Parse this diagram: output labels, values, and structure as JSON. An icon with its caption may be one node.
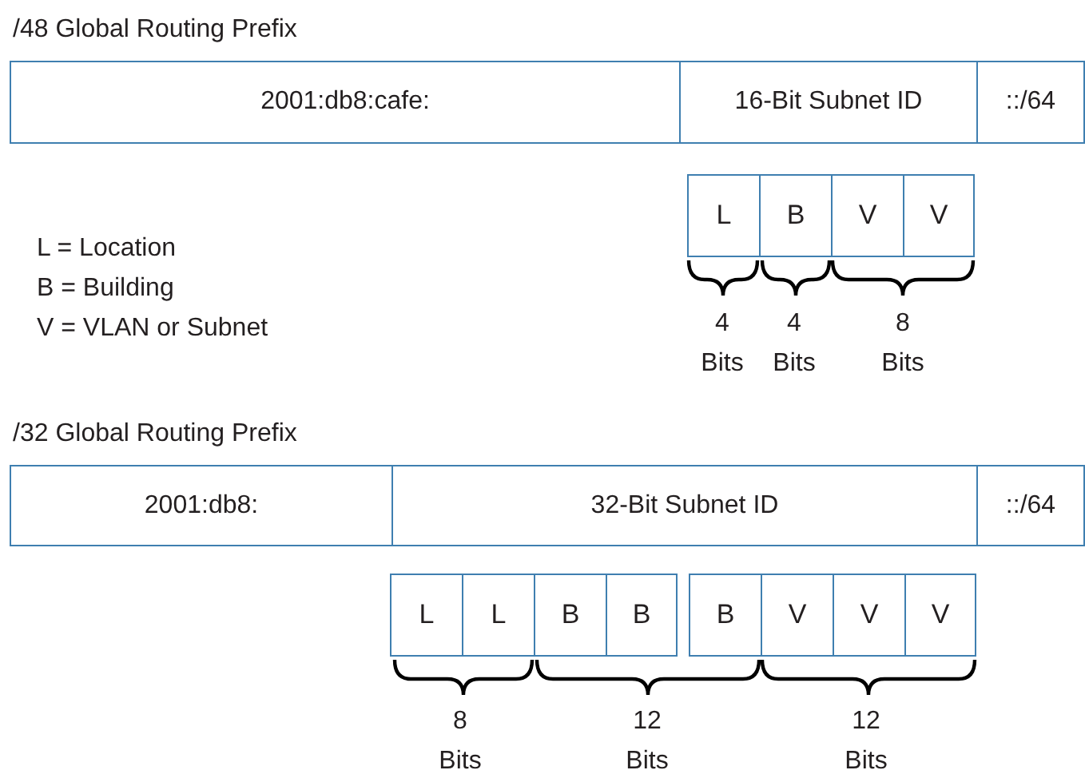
{
  "diagram": {
    "nodes": [
      {
        "text": [
          "2001:db8:cafe:"
        ]
      },
      {
        "text": [
          "16-Bit Subnet ID"
        ]
      },
      {
        "text": [
          "::/64"
        ]
      },
      {
        "text": [
          "L"
        ]
      },
      {
        "text": [
          "B"
        ]
      },
      {
        "text": [
          "V"
        ]
      },
      {
        "text": [
          "V"
        ]
      },
      {
        "text": [
          "2001:db8:"
        ]
      },
      {
        "text": [
          "32-Bit Subnet ID"
        ]
      },
      {
        "text": [
          "::/64"
        ]
      },
      {
        "text": [
          "L"
        ]
      },
      {
        "text": [
          "L"
        ]
      },
      {
        "text": [
          "B"
        ]
      },
      {
        "text": [
          "B"
        ]
      },
      {
        "text": [
          "B"
        ]
      },
      {
        "text": [
          "V"
        ]
      },
      {
        "text": [
          "V"
        ]
      },
      {
        "text": [
          "V"
        ]
      }
    ],
    "labels": [
      "/48 Global Routing Prefix",
      "L = Location",
      "B = Building",
      "V = VLAN or Subnet",
      "4 Bits",
      "4 Bits",
      "8 Bits",
      "/32 Global Routing Prefix",
      "8 Bits",
      "12 Bits",
      "12 Bits"
    ]
  }
}
